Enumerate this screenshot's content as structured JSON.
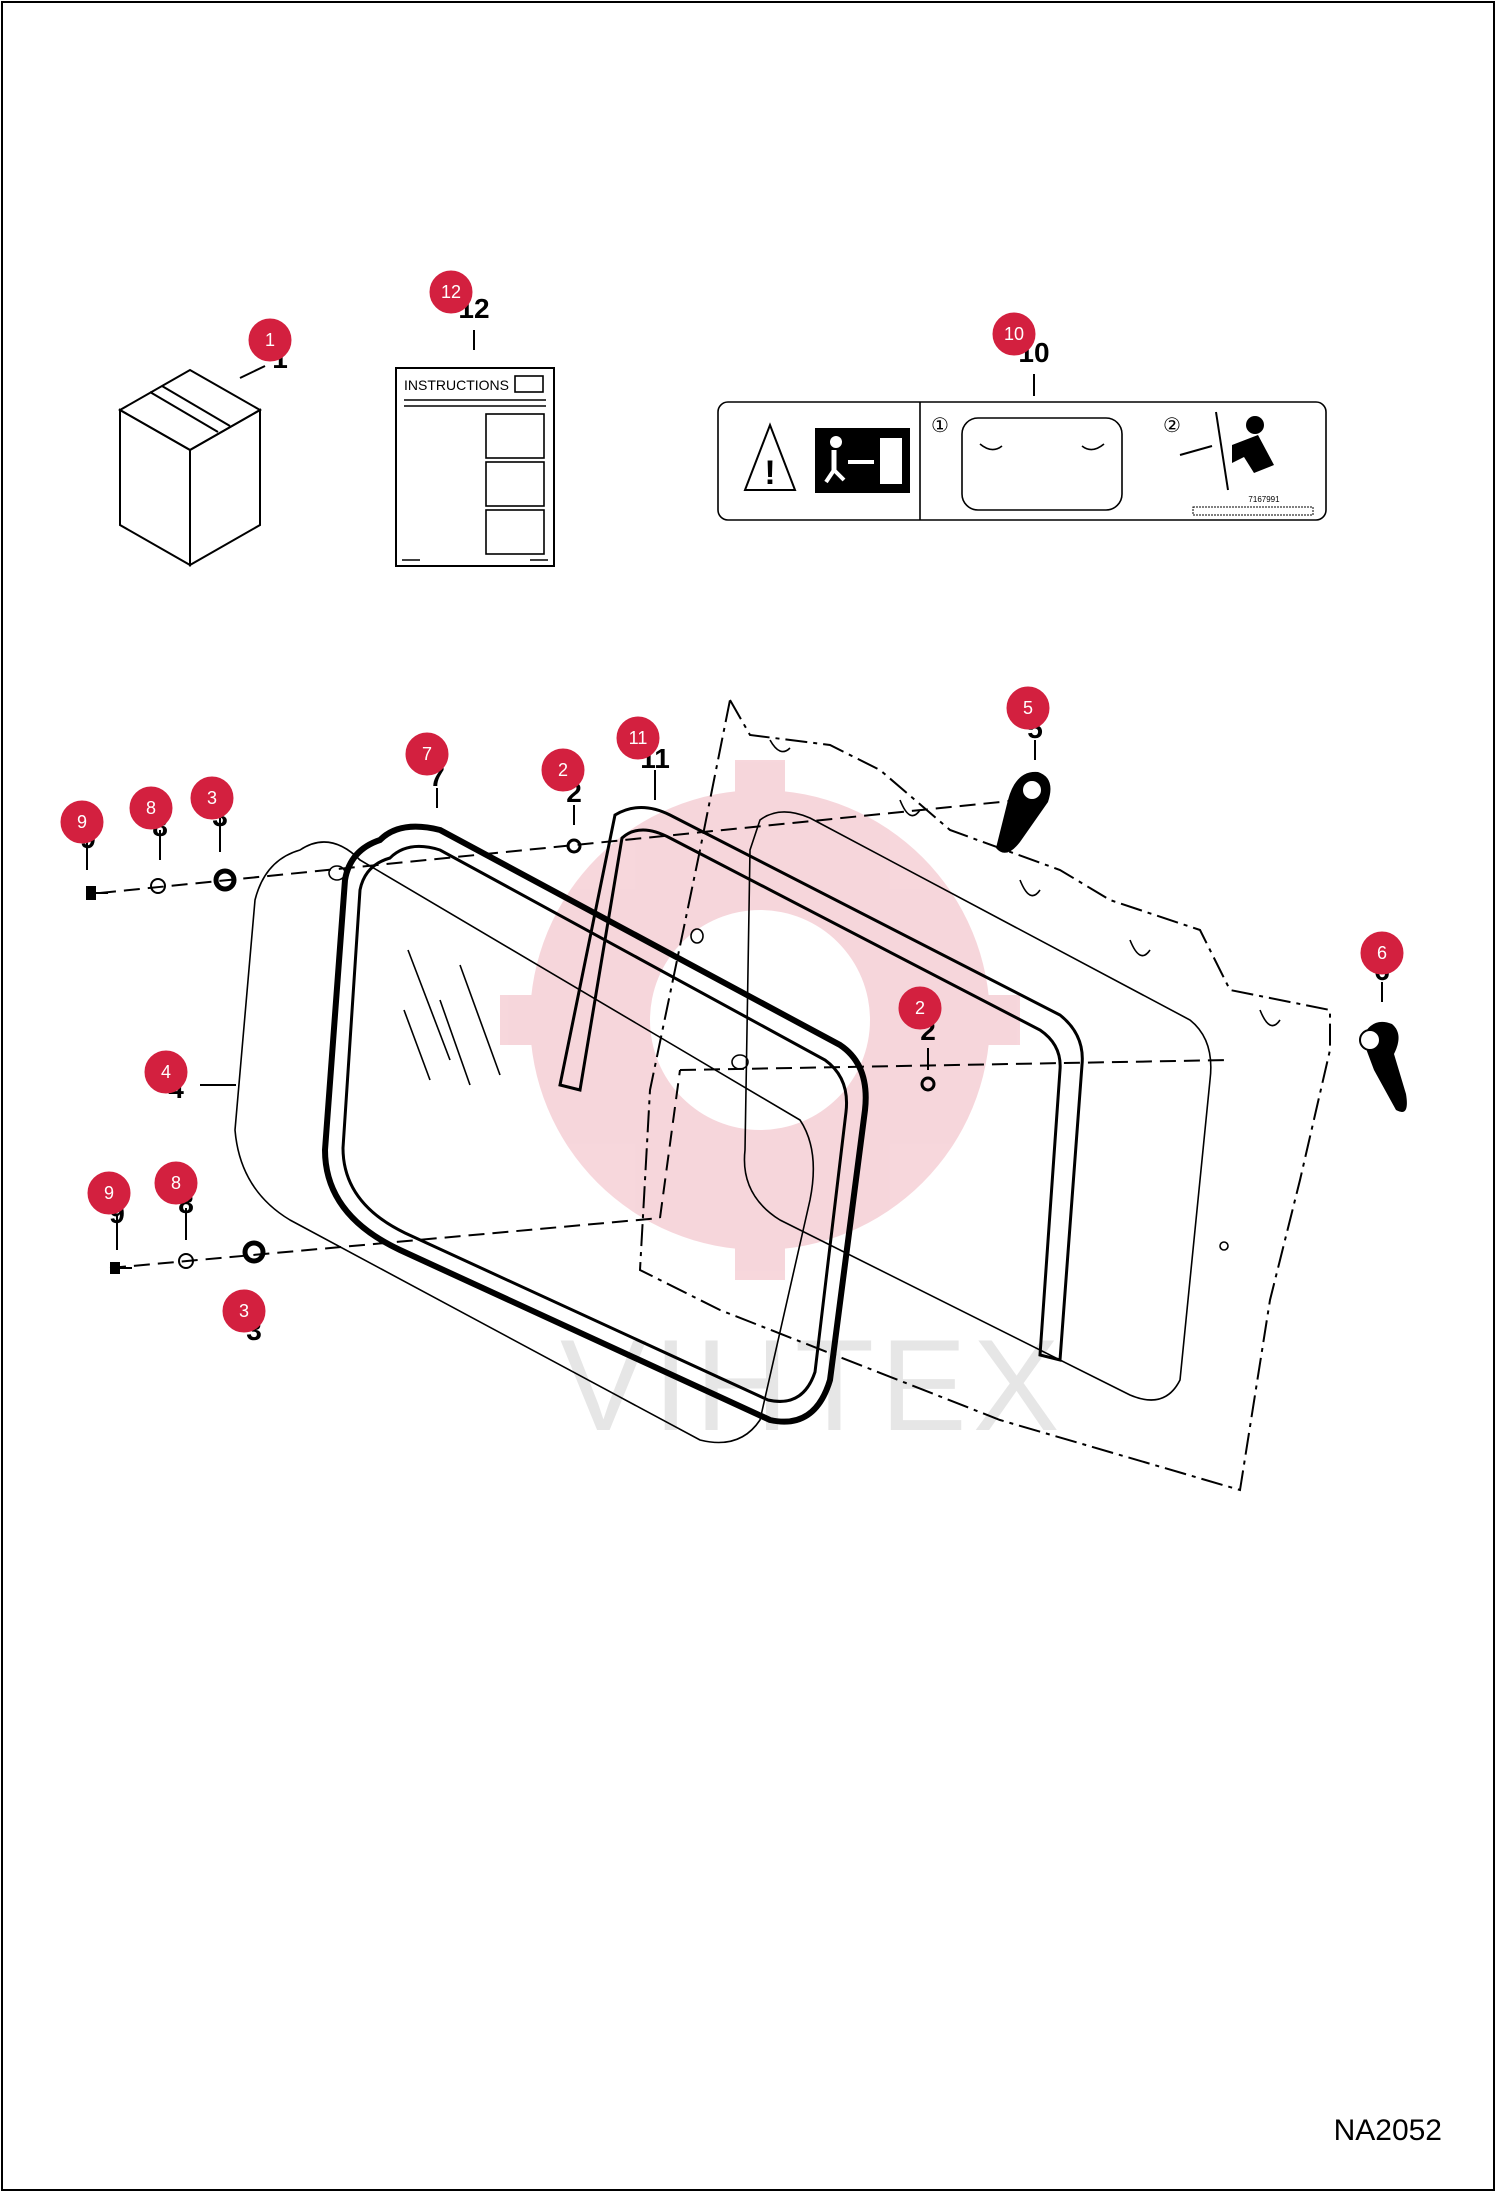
{
  "figure_code": "NA2052",
  "watermark_text": "VIHTEX",
  "instructions_label": "INSTRUCTIONS",
  "decal_barcode_text": "7167991",
  "decal_step1": "①",
  "decal_step2": "②",
  "accent_color": "#d3203f",
  "callouts": [
    {
      "id": "c1",
      "number": "1"
    },
    {
      "id": "c12",
      "number": "12"
    },
    {
      "id": "c10",
      "number": "10"
    },
    {
      "id": "c5",
      "number": "5"
    },
    {
      "id": "c7",
      "number": "7"
    },
    {
      "id": "c2a",
      "number": "2"
    },
    {
      "id": "c11",
      "number": "11"
    },
    {
      "id": "c9a",
      "number": "9"
    },
    {
      "id": "c8a",
      "number": "8"
    },
    {
      "id": "c3a",
      "number": "3"
    },
    {
      "id": "c6",
      "number": "6"
    },
    {
      "id": "c4",
      "number": "4"
    },
    {
      "id": "c2b",
      "number": "2"
    },
    {
      "id": "c9b",
      "number": "9"
    },
    {
      "id": "c8b",
      "number": "8"
    },
    {
      "id": "c3b",
      "number": "3"
    }
  ]
}
